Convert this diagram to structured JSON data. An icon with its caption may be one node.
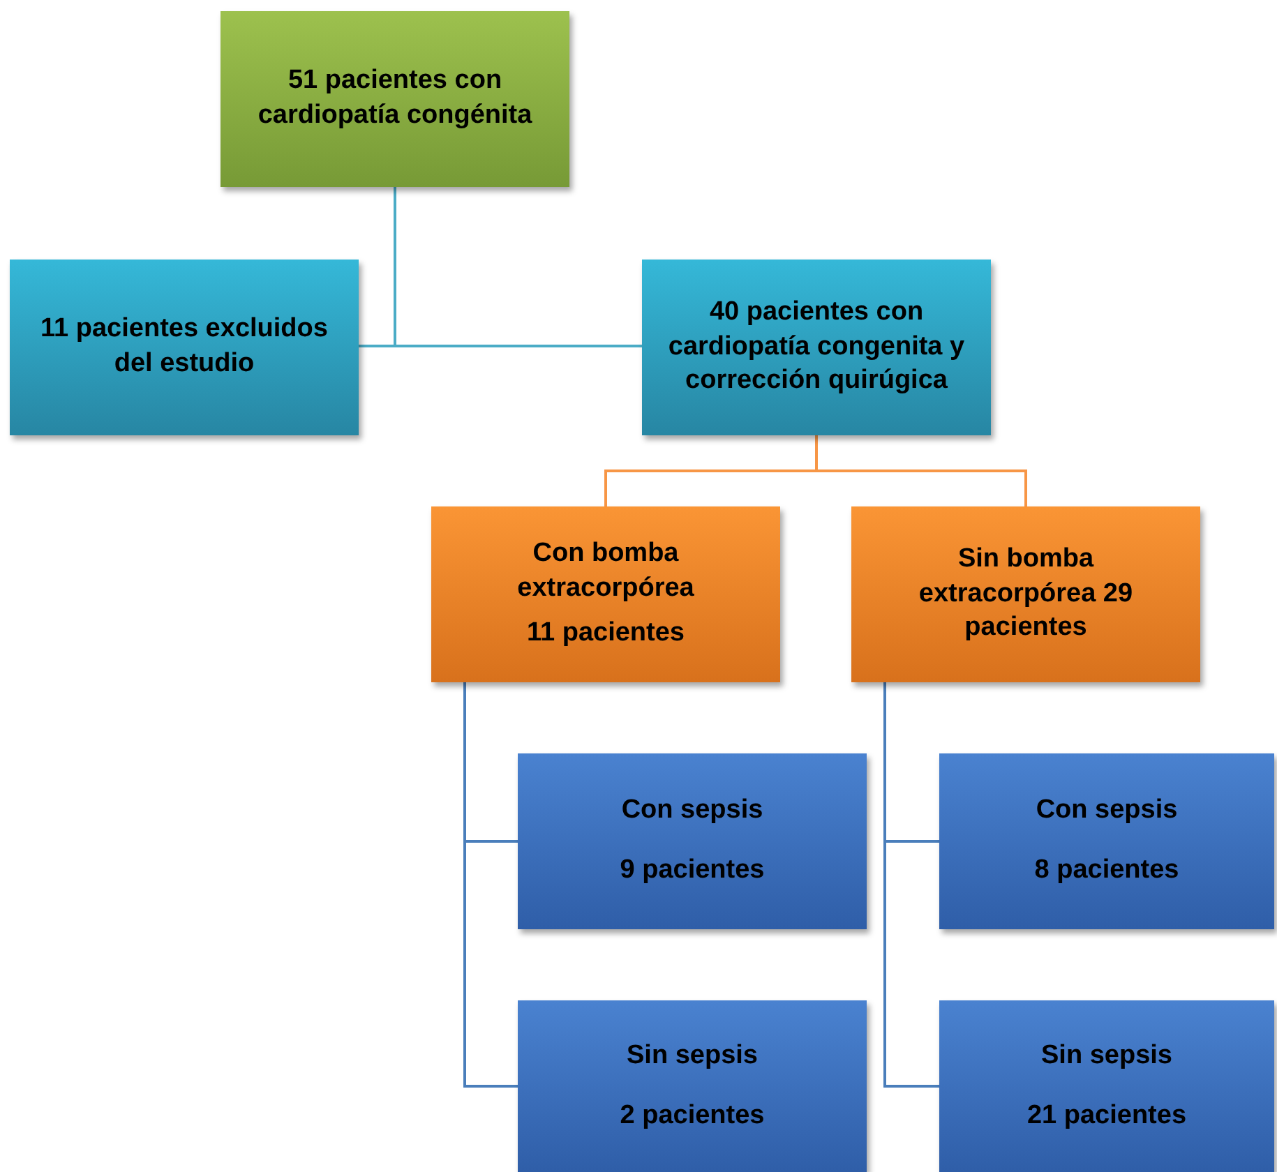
{
  "diagram": {
    "nodes": [
      {
        "text": [
          "51 pacientes con cardiopatía congénita"
        ]
      },
      {
        "text": [
          "11 pacientes excluidos del estudio"
        ]
      },
      {
        "text": [
          "40 pacientes con cardiopatía congenita y corrección quirúgica"
        ]
      },
      {
        "text": [
          "Con bomba extracorpórea",
          "11 pacientes"
        ]
      },
      {
        "text": [
          "Sin bomba extracorpórea 29 pacientes"
        ]
      },
      {
        "text": [
          "Con sepsis",
          "9 pacientes"
        ]
      },
      {
        "text": [
          "Con sepsis",
          "8 pacientes"
        ]
      },
      {
        "text": [
          "Sin sepsis",
          "2 pacientes"
        ]
      },
      {
        "text": [
          "Sin sepsis",
          "21 pacientes"
        ]
      }
    ],
    "edges": [
      {
        "from": 0,
        "to": 1,
        "arrow": "none",
        "color": "#4bacc6"
      },
      {
        "from": 0,
        "to": 2,
        "arrow": "none",
        "color": "#4bacc6"
      },
      {
        "from": 2,
        "to": 3,
        "arrow": "none",
        "color": "#f79646"
      },
      {
        "from": 2,
        "to": 4,
        "arrow": "none",
        "color": "#f79646"
      },
      {
        "from": 3,
        "to": 5,
        "arrow": "none"
      },
      {
        "from": 3,
        "to": 7,
        "arrow": "none"
      },
      {
        "from": 4,
        "to": 6,
        "arrow": "none"
      },
      {
        "from": 4,
        "to": 8,
        "arrow": "none"
      }
    ]
  }
}
